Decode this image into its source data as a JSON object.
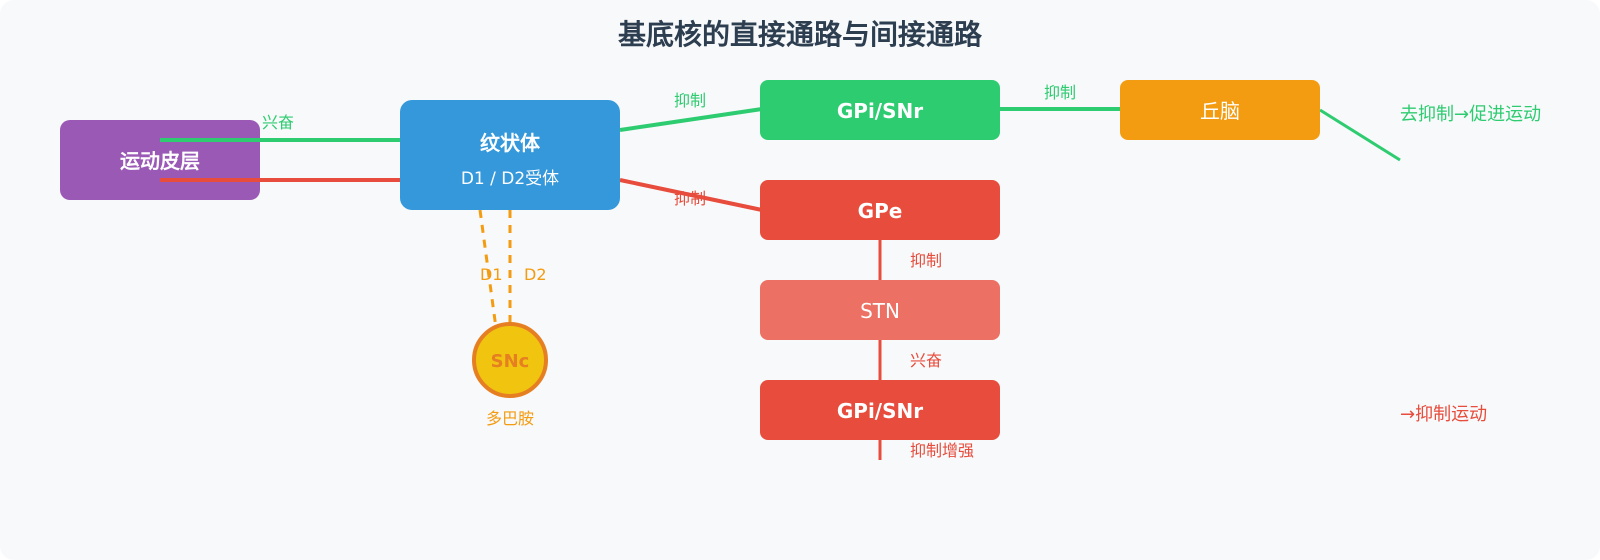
{
  "title": "基底核的直接通路与间接通路",
  "colors": {
    "background": "#f8f9fa",
    "title": "#2c3e50",
    "excitatory": "#2ecc71",
    "inhibitory": "#e74c3c",
    "cortex": "#9b59b6",
    "striatum": "#3498db",
    "gpi_direct": "#2ecc71",
    "thalamus": "#f39c12",
    "gpe": "#e74c3c",
    "stn": "#ec7063",
    "gpi_indirect": "#e74c3c",
    "snc_fill": "#f1c40f",
    "snc_stroke": "#e67e22",
    "dopamine": "#f39c12"
  },
  "nodes": {
    "cortex": "运动皮层",
    "striatum": {
      "title": "纹状体",
      "subtitle": "D1 / D2受体"
    },
    "gpi_direct": "GPi/SNr",
    "thalamus": "丘脑",
    "gpe": "GPe",
    "stn": "STN",
    "gpi_indirect": "GPi/SNr",
    "snc": {
      "label": "SNc",
      "caption": "多巴胺"
    }
  },
  "edge_labels": {
    "cortex_excite": "兴奋",
    "striatum_to_gpi": "抑制",
    "gpi_to_thalamus": "抑制",
    "striatum_to_gpe": "抑制",
    "d1": "D1",
    "d2": "D2",
    "gpe_to_stn": "抑制",
    "stn_to_gpi": "兴奋",
    "gpi_output": "抑制增强"
  },
  "outcomes": {
    "direct": "去抑制→促进运动",
    "indirect": "→抑制运动"
  }
}
